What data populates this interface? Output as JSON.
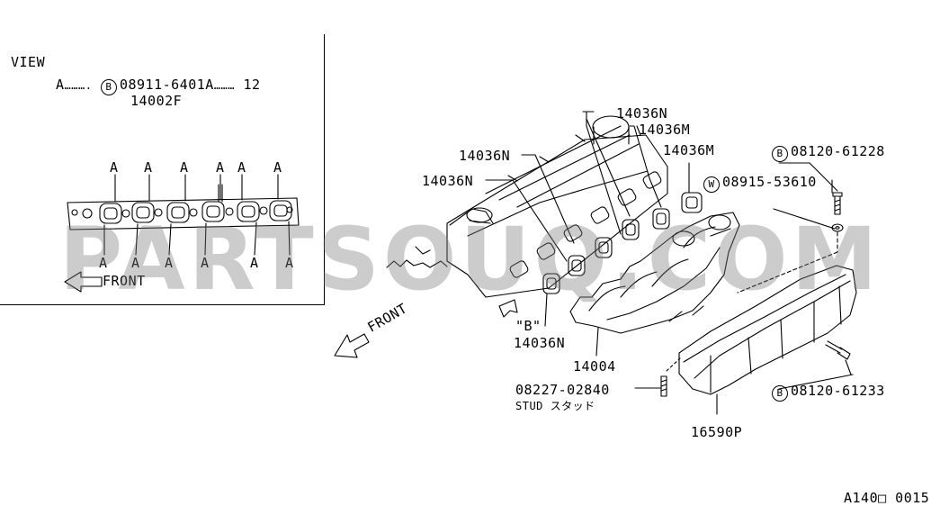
{
  "view_panel": {
    "title": "VIEW",
    "bolt_line": {
      "prefix": "A",
      "dots1": "……….",
      "callout_letter": "B",
      "part": "08911-6401A",
      "dots2": "………",
      "qty": "12"
    },
    "gasket_part": "14002F",
    "front_label": "FRONT",
    "bolt_marker": "A"
  },
  "diagram": {
    "callout_parts": {
      "p14036N_top": "14036N",
      "p14036M_top": "14036M",
      "p14036M_right": "14036M",
      "p14036N_mid": "14036N",
      "p14036N_left": "14036N",
      "p14036N_bottom": "14036N",
      "view_b": "\"B\"",
      "p14004": "14004",
      "stud_part": "08227-02840",
      "stud_text": "STUD スタッド",
      "p16590P": "16590P",
      "front_label": "FRONT"
    },
    "circled_callouts": [
      {
        "letter": "B",
        "part": "08120-61228"
      },
      {
        "letter": "W",
        "part": "08915-53610"
      },
      {
        "letter": "B",
        "part": "08120-61233"
      }
    ],
    "diagram_code": "A140□ 0015"
  },
  "watermark": "PARTSOUQ.COM"
}
